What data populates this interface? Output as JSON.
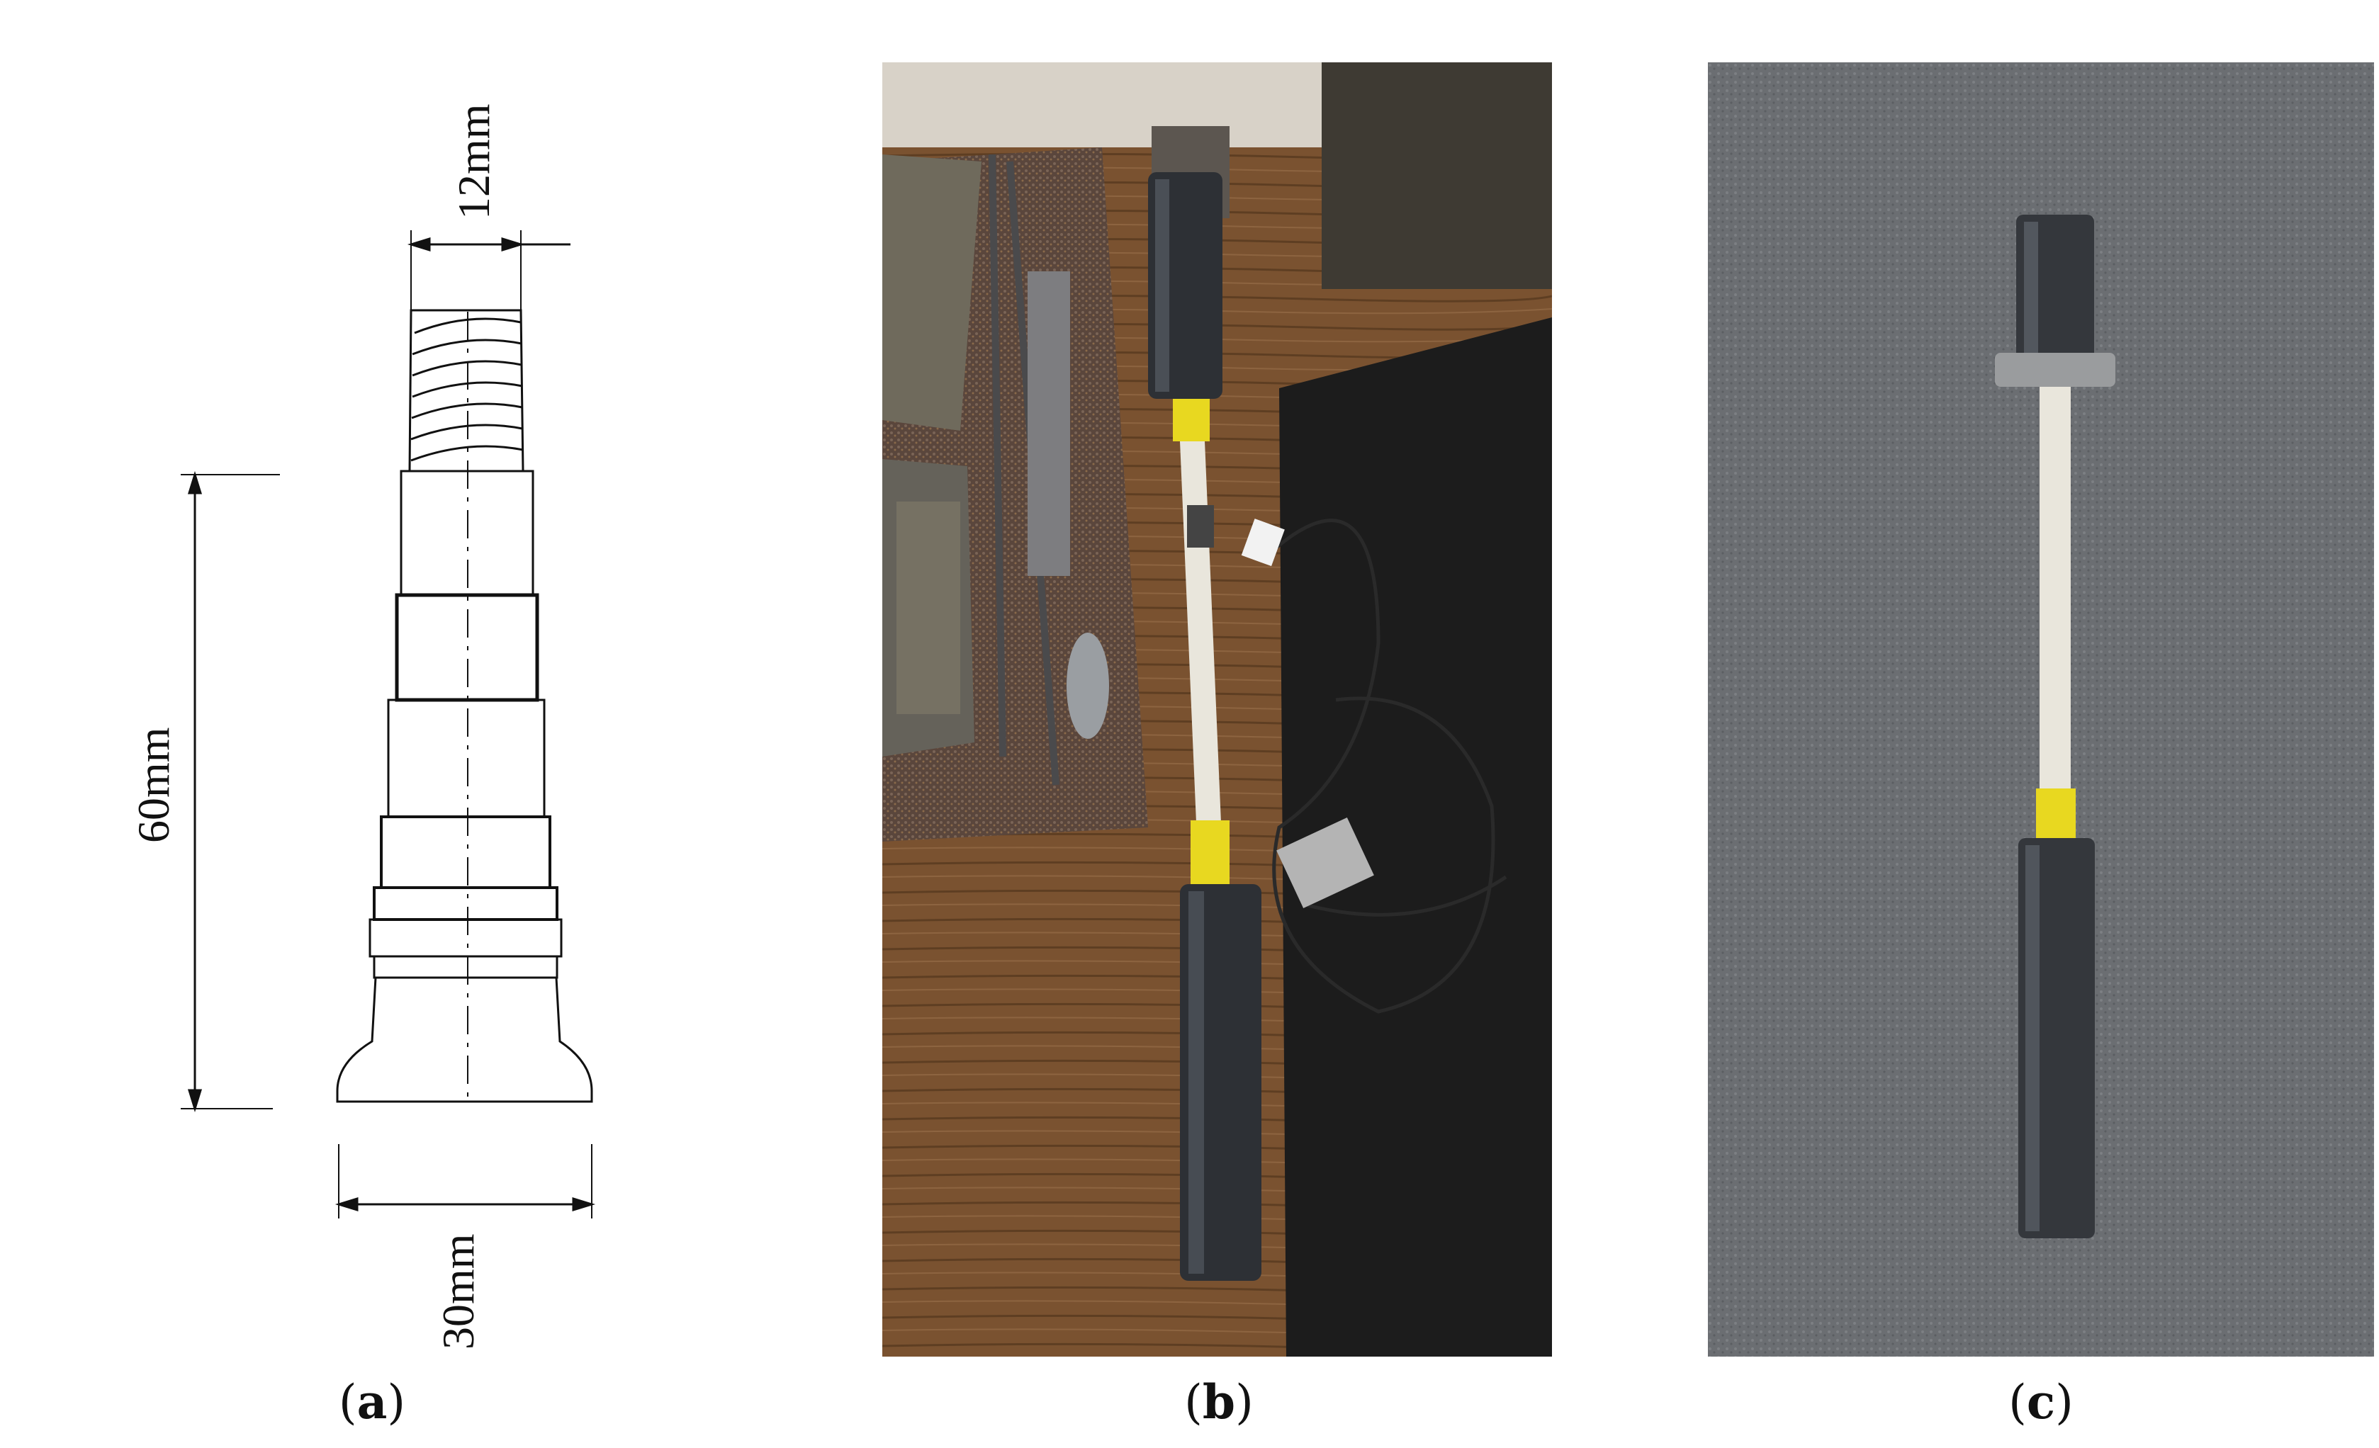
{
  "figure": {
    "panel_a": {
      "dimensions": {
        "thread_width": "12mm",
        "length": "60mm",
        "base_width": "30mm"
      },
      "caption_letter": "a"
    },
    "panel_b": {
      "caption_letter": "b"
    },
    "panel_c": {
      "caption_letter": "c"
    }
  },
  "colors": {
    "drawing_line": "#111111",
    "wood_table": "#7a5230",
    "rubber_mat": "#1c1c1c",
    "carpet_grey": "#6b6e72",
    "steel_dark": "#3a3d42",
    "gfrp_white": "#e9e6dc",
    "tape_yellow": "#e8d820"
  }
}
